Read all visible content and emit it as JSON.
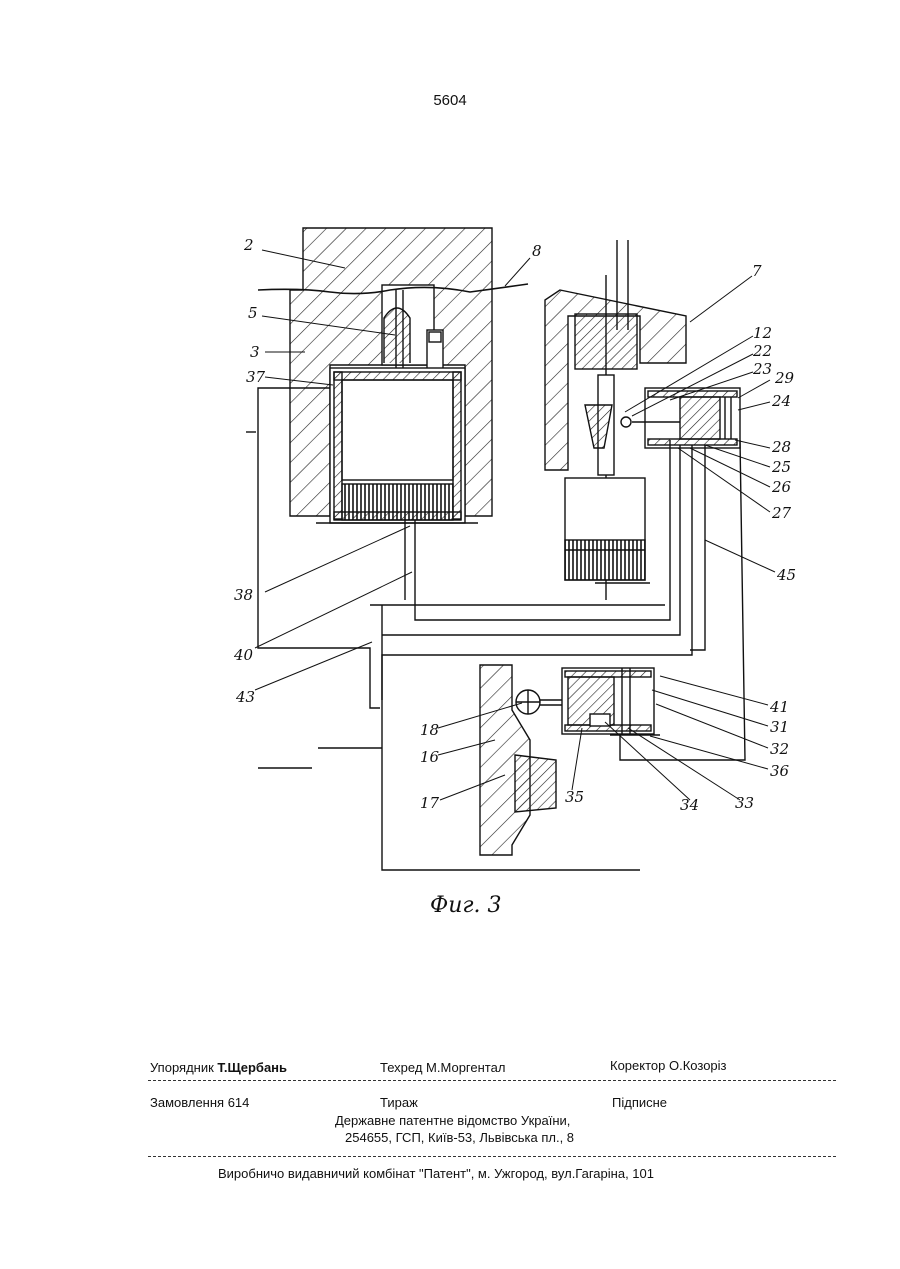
{
  "page_number": "5604",
  "figure": {
    "caption": "Фиг. 3",
    "labels": {
      "l2": "2",
      "l8": "8",
      "l5": "5",
      "l3": "3",
      "l37": "37",
      "l38": "38",
      "l40": "40",
      "l43": "43",
      "l7": "7",
      "l12": "12",
      "l22": "22",
      "l23": "23",
      "l29": "29",
      "l24": "24",
      "l28": "28",
      "l25": "25",
      "l26": "26",
      "l27": "27",
      "l45": "45",
      "l41": "41",
      "l31": "31",
      "l32": "32",
      "l36": "36",
      "l18": "18",
      "l16": "16",
      "l17": "17",
      "l35": "35",
      "l34": "34",
      "l33": "33"
    }
  },
  "footer": {
    "compiler_label": "Упорядник",
    "compiler_name": "Т.Щербань",
    "techred_label": "Техред",
    "techred_name": "М.Моргентал",
    "corrector_label": "Коректор",
    "corrector_name": "О.Козоріз",
    "order_label": "Замовлення",
    "order_number": "614",
    "circulation_label": "Тираж",
    "signed_label": "Підписне",
    "office": "Державне патентне відомство України,",
    "address": "254655, ГСП, Київ-53, Львівська пл., 8",
    "publisher": "Виробничо видавничий комбінат  \"Патент\", м. Ужгород, вул.Гагаріна, 101"
  }
}
